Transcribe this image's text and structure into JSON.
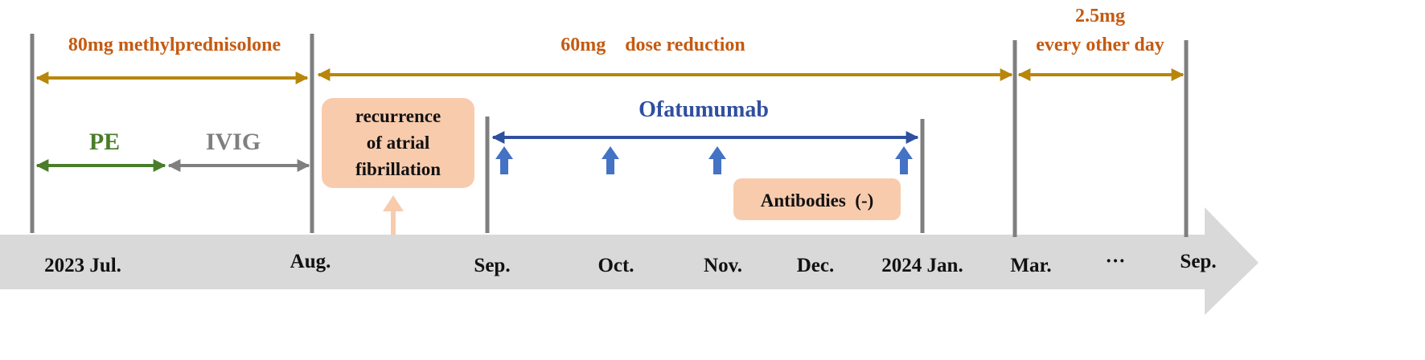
{
  "colors": {
    "steroid": "#b8860b",
    "steroid_text": "#c55a11",
    "pe": "#4a7d2a",
    "ivig": "#7f7f7f",
    "ofatumumab": "#2f4f9f",
    "dose_arrow": "#4472c4",
    "event_box": "#f8cbad",
    "timeline": "#d9d9d9",
    "tick": "#7f7f7f"
  },
  "steroid": {
    "phase1": "80mg methylprednisolone",
    "phase2": "60mg    dose reduction",
    "phase3_line1": "2.5mg",
    "phase3_line2": "every other day"
  },
  "treatments": {
    "pe": "PE",
    "ivig": "IVIG",
    "ofatumumab": "Ofatumumab"
  },
  "events": {
    "af_line1": "recurrence",
    "af_line2": "of atrial",
    "af_line3": "fibrillation",
    "antibodies": "Antibodies  (-)"
  },
  "timeline": {
    "labels": [
      "2023 Jul.",
      "Aug.",
      "Sep.",
      "Oct.",
      "Nov.",
      "Dec.",
      "2024 Jan.",
      "Mar.",
      "···",
      "Sep."
    ]
  }
}
